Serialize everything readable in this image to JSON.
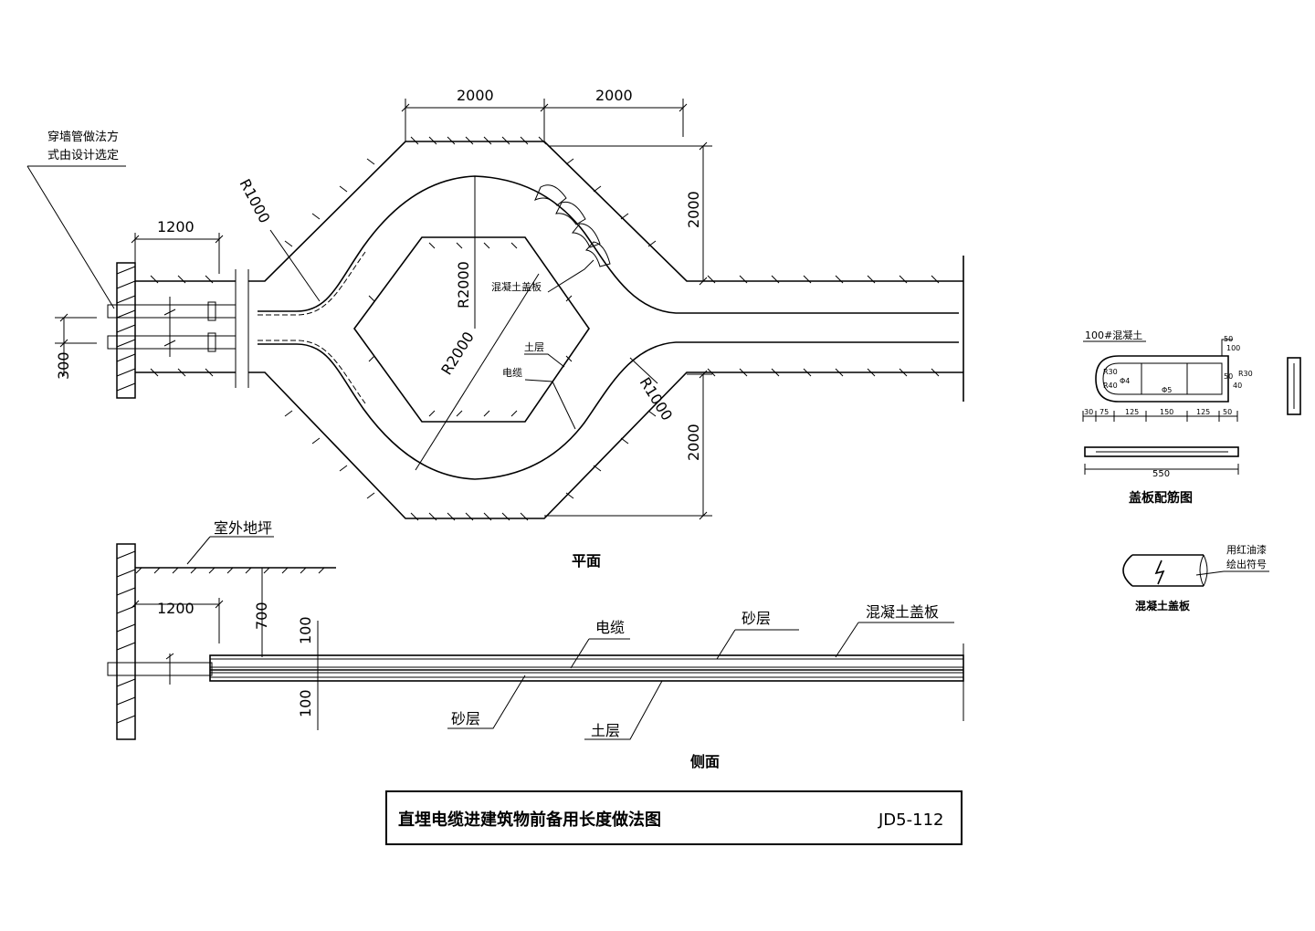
{
  "plan": {
    "dims": {
      "top_left": "2000",
      "top_right": "2000",
      "left_1200": "1200",
      "right_upper": "2000",
      "right_lower": "2000",
      "gap_300": "300"
    },
    "radius": {
      "r1000_left": "R1000",
      "r2000_upper": "R2000",
      "r2000_lower": "R2000",
      "r1000_right": "R1000"
    },
    "wall_note_line1": "穿墙管做法方",
    "wall_note_line2": "式由设计选定",
    "label_cover": "混凝土盖板",
    "label_soil": "土层",
    "label_cable": "电缆",
    "caption": "平面"
  },
  "side": {
    "ground": "室外地坪",
    "dim_1200": "1200",
    "dim_700": "700",
    "dim_100_top": "100",
    "dim_100_bottom": "100",
    "label_cable": "电缆",
    "label_sand_top": "砂层",
    "label_cover": "混凝土盖板",
    "label_sand_bottom": "砂层",
    "label_soil": "土层",
    "caption": "侧面"
  },
  "detail": {
    "concrete_label": "100#混凝土",
    "caption": "盖板配筋图",
    "dim_550": "550",
    "small_dims": [
      "30",
      "75",
      "125",
      "150",
      "125",
      "50"
    ],
    "annotations": [
      "R30",
      "R40",
      "Φ4",
      "Φ5",
      "50",
      "100",
      "50",
      "40",
      "R30"
    ]
  },
  "symbol": {
    "note_line1": "用红油漆",
    "note_line2": "绘出符号",
    "caption": "混凝土盖板"
  },
  "title_block": {
    "title": "直埋电缆进建筑物前备用长度做法图",
    "code": "JD5-112"
  }
}
